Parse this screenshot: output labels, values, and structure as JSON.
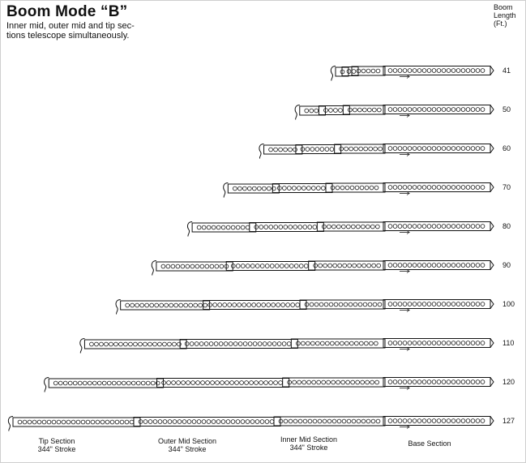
{
  "title": "Boom Mode “B”",
  "subtitle_line1": "Inner mid, outer mid and tip sec-",
  "subtitle_line2": "tions telescope simultaneously.",
  "boom_length_header": {
    "l1": "Boom",
    "l2": "Length",
    "l3": "(Ft.)"
  },
  "boom_lengths": [
    "41",
    "50",
    "60",
    "70",
    "80",
    "90",
    "100",
    "110",
    "120",
    "127"
  ],
  "section_labels": {
    "tip": {
      "name": "Tip Section",
      "stroke": "344\" Stroke"
    },
    "outer_mid": {
      "name": "Outer Mid Section",
      "stroke": "344\" Stroke"
    },
    "inner_mid": {
      "name": "Inner Mid Section",
      "stroke": "344\" Stroke"
    },
    "base": {
      "name": "Base Section"
    }
  },
  "colors": {
    "line": "#111111",
    "frame": "#cfcfcf"
  }
}
